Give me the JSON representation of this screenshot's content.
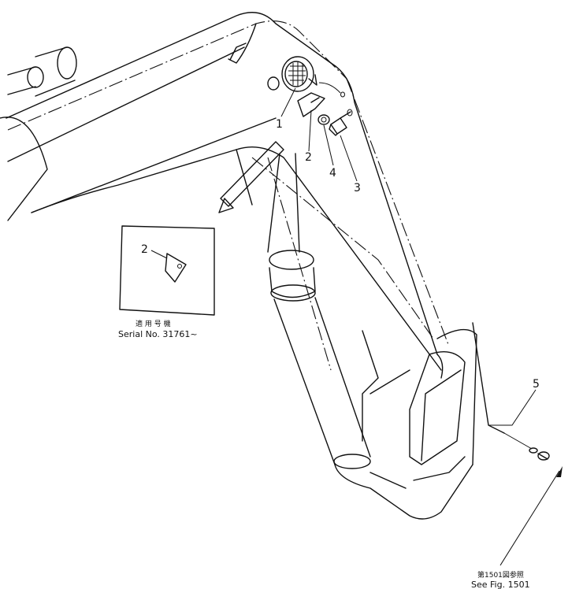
{
  "callouts": {
    "c1": "1",
    "c2": "2",
    "c3": "3",
    "c4": "4",
    "c5": "5",
    "detail_part": "2"
  },
  "detail": {
    "serial_label_jp": "適 用 号 機",
    "serial_label_en": "Serial No. 31761~"
  },
  "reference": {
    "label_jp": "第1501図参照",
    "label_en": "See Fig. 1501"
  }
}
